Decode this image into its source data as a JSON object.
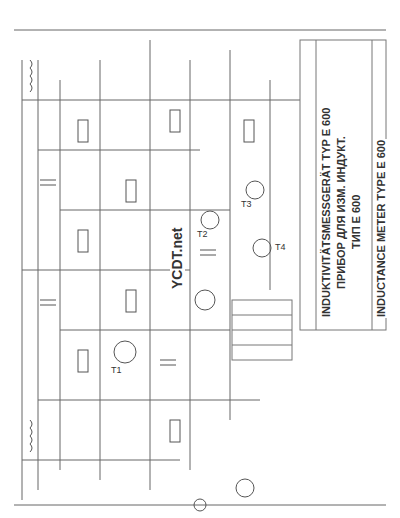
{
  "diagram": {
    "labels": [
      "INDUKTIVITÄTSMESSGERÄT TYP E 600",
      "ПРИБОР ДЛЯ ИЗМ. ИНДУКТ.",
      "ТИП Е 600",
      "INDUCTANCE METER TYPE E 600",
      "YCDT.net",
      "T1",
      "T2",
      "T3",
      "T4"
    ]
  }
}
